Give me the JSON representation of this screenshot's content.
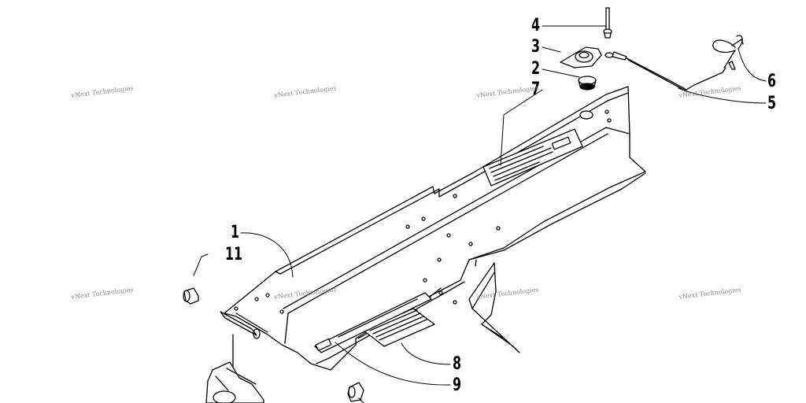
{
  "diagram": {
    "callouts": {
      "c1": "1",
      "c2": "2",
      "c3": "3",
      "c4": "4",
      "c5": "5",
      "c6": "6",
      "c7": "7",
      "c8": "8",
      "c9": "9",
      "c11": "11"
    },
    "watermark": "vNext Technologies",
    "colors": {
      "line": "#000000",
      "background": "#ffffff",
      "watermark": "#8c8c8c"
    }
  }
}
